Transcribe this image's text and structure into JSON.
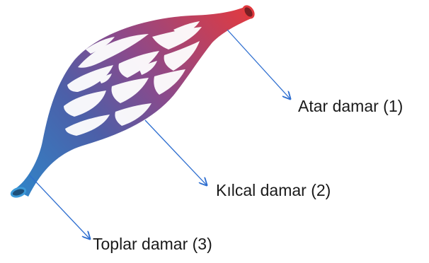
{
  "labels": {
    "artery": "Atar damar (1)",
    "capillary": "Kılcal damar (2)",
    "vein": "Toplar damar (3)"
  },
  "colors": {
    "artery": "#e23a3f",
    "vein": "#2f86c9",
    "pointer": "#2f6fd0"
  }
}
